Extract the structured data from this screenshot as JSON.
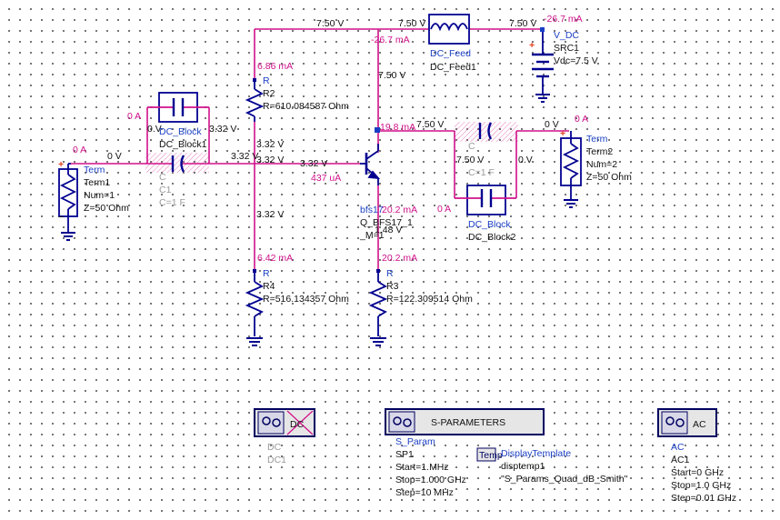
{
  "colors": {
    "wire": "#d0108a",
    "component": "#000090",
    "node_voltage": "#111111",
    "current": "#d0108a",
    "component_name": "#1a3fc4",
    "dimmed": "#9a9a9a",
    "background": "#ffffff"
  },
  "voltages": {
    "top_left": "7:50 V",
    "top_mid": "7.50 V",
    "top_right": "7.50 V",
    "collector": "7.50 V",
    "c_right": "7.50 V",
    "c_right2": "7.50 V",
    "out_0v": "0 V",
    "out_0v2": "0.V",
    "base_a": "3.32 V",
    "base_b": "3.32 V",
    "base_c": "3.32 V",
    "base_d": "3.32 V",
    "base_e": "3.32 V",
    "base_f": "3.32 V",
    "in_0v": "0 V",
    "in_0v2": "0.V",
    "emitter": "1.48 V",
    "left_blk": "3.32 V"
  },
  "currents": {
    "vdc": "-26.7 mA",
    "feed": "-26.7 mA",
    "r2": "6.86 mA",
    "r4": "6.42 mA",
    "base": "437 uA",
    "emitter": "20.2 mA",
    "r3": "20.2 mA",
    "collector": "19.8 mA",
    "term1": "0 A",
    "dcblock1": "0 A",
    "term2": "0 A",
    "dcblock2": "0 A"
  },
  "components": {
    "dcfeed": {
      "type": "DC_Feed",
      "name": "DC_Feed1"
    },
    "vdc": {
      "type": "V_DC",
      "name": "SRC1",
      "value": "Vdc=7.5 V"
    },
    "r2": {
      "type": "R",
      "name": "R2",
      "value": "R=610.084587 Ohm"
    },
    "r4": {
      "type": "R",
      "name": "R4",
      "value": "R=516.134357 Ohm"
    },
    "r3": {
      "type": "R",
      "name": "R3",
      "value": "R=122.309514 Ohm"
    },
    "dcblock1": {
      "type": "DC_Block",
      "name": "DC_Block1"
    },
    "c1": {
      "type": "C",
      "name": "C1",
      "value": "C=1 F"
    },
    "dcblock2": {
      "type": "DC_Block",
      "name": "DC_Block2"
    },
    "c2": {
      "type": "C",
      "value": "C=1 F"
    },
    "term1": {
      "type": "Term",
      "name": "Term1",
      "num": "Num=1",
      "z": "Z=50 Ohm"
    },
    "term2": {
      "type": "Term",
      "name": "Term2",
      "num": "Num=2",
      "z": "Z=50 Ohm"
    },
    "bjt": {
      "model": "bfs17",
      "name": "Q_BFS17_1",
      "m": "_M=1"
    }
  },
  "controllers": {
    "dc": {
      "label": "DC",
      "type": "DC",
      "name": "DC1"
    },
    "sparam": {
      "label": "S-PARAMETERS",
      "type": "S_Param",
      "name": "SP1",
      "start": "Start=1.MHz",
      "stop": "Stop=1.000 GHz",
      "step": "Step=10 MHz"
    },
    "display": {
      "icon_text": "Temp",
      "type": "DisplayTemplate",
      "name": "disptemp1",
      "value": "\"S_Params_Quad_dB_Smith\""
    },
    "ac": {
      "label": "AC",
      "type": "AC",
      "name": "AC1",
      "start": "Start=0 GHz",
      "stop": "Stop=1.0 GHz",
      "step": "Step=0.01 GHz"
    }
  }
}
